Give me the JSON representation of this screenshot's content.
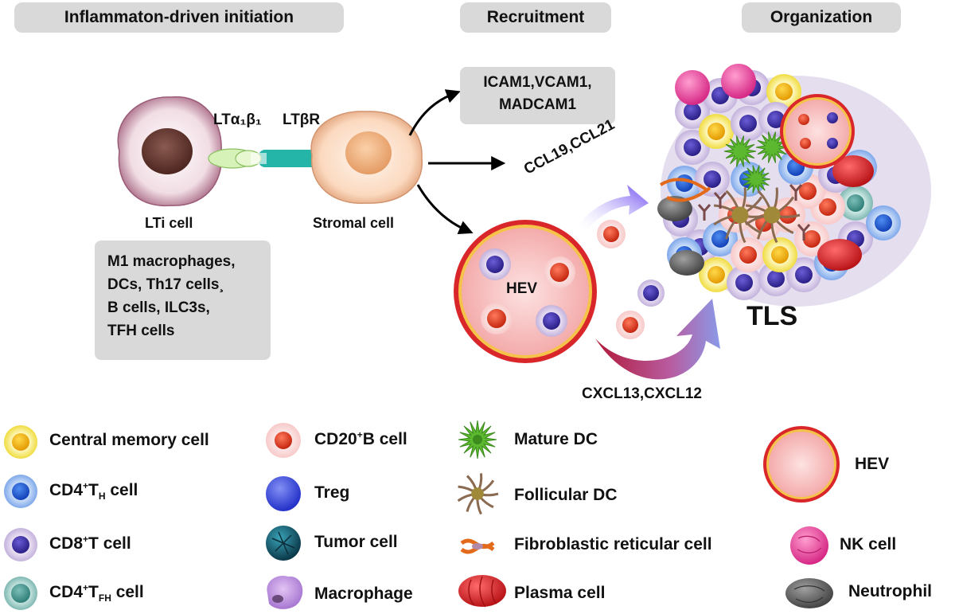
{
  "headers": {
    "initiation": "Inflammaton-driven initiation",
    "recruitment": "Recruitment",
    "organization": "Organization"
  },
  "labels": {
    "lta1b1": "LTα₁β₁",
    "ltbr": "LTβR",
    "lti_cell": "LTi cell",
    "stromal_cell": "Stromal cell",
    "adhesion": [
      "ICAM1,VCAM1,",
      "MADCAM1"
    ],
    "ccl": "CCL19,CCL21",
    "hev": "HEV",
    "tls": "TLS",
    "cxcl": "CXCL13,CXCL12"
  },
  "cell_box": [
    "M1 macrophages,",
    "DCs, Th17 cells¸",
    "B cells, ILC3s,",
    "TFH cells"
  ],
  "legend": {
    "central_memory": "Central memory cell",
    "cd4th": {
      "pre": "CD4",
      "sup": "+",
      "mid": "T",
      "sub": "H",
      "post": " cell"
    },
    "cd8t": {
      "pre": "CD8",
      "sup": "+",
      "post": "T cell"
    },
    "cd4tfh": {
      "pre": "CD4",
      "sup": "+",
      "mid": "T",
      "sub": "FH",
      "post": " cell"
    },
    "cd20b": {
      "pre": "CD20",
      "sup": "+",
      "post": "B cell"
    },
    "treg": "Treg",
    "tumor": "Tumor cell",
    "macrophage": "Macrophage",
    "mature_dc": "Mature DC",
    "follicular_dc": "Follicular DC",
    "frc": "Fibroblastic reticular cell",
    "plasma": "Plasma cell",
    "hev": "HEV",
    "nk": "NK cell",
    "neutrophil": "Neutrophil"
  },
  "colors": {
    "header_bg": "#d9d9d9",
    "hev_ring": "#cc1f1f",
    "b_cell": "#e8402a",
    "treg": "#3a4fd8",
    "plasma": "#d9262a",
    "mature_dc": "#5cb82e",
    "nk": "#e0409a",
    "arrow_purple": "#7b5cf0",
    "arrow_red": "#c03050"
  }
}
